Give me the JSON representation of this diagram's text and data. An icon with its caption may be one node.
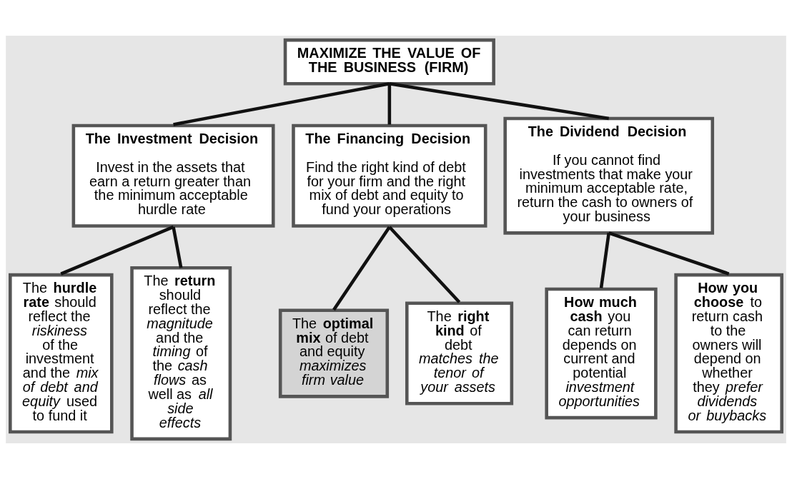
{
  "diagram": {
    "nodes": [
      {
        "text": [
          "MAXIMIZE THE VALUE OF THE BUSINESS (FIRM)"
        ]
      },
      {
        "text": [
          "The Investment Decision",
          "Invest in the assets that earn a return greater than the minimum acceptable hurdle rate"
        ]
      },
      {
        "text": [
          "The Financing Decision",
          "Find the right kind of debt for your firm and the right mix of debt and equity to fund your operations"
        ]
      },
      {
        "text": [
          "The Dividend Decision",
          "If you cannot find investments that make your minimum acceptable rate, return the cash to owners of your business"
        ]
      },
      {
        "text": [
          "The **hurdle rate** should reflect the *riskiness* of the investment and the *mix of debt and equity* used to fund it"
        ]
      },
      {
        "text": [
          "The **return** should reflect the *magnitude* and the *timing* of the *cash flows* as well as *all side effects*"
        ]
      },
      {
        "text": [
          "The **optimal mix** of debt and equity *maximizes firm value*"
        ]
      },
      {
        "text": [
          "The **right kind** of debt *matches the tenor of your assets*"
        ]
      },
      {
        "text": [
          "**How much cash** you can return depends on current and potential *investment opportunities*"
        ]
      },
      {
        "text": [
          "**How you choose** to return cash to the owners will depend on whether they *prefer dividends or buybacks*"
        ]
      }
    ],
    "edges": [
      {
        "from": 0,
        "to": 1,
        "arrow": "none"
      },
      {
        "from": 0,
        "to": 2,
        "arrow": "none"
      },
      {
        "from": 0,
        "to": 3,
        "arrow": "none"
      },
      {
        "from": 1,
        "to": 4,
        "arrow": "none"
      },
      {
        "from": 1,
        "to": 5,
        "arrow": "none"
      },
      {
        "from": 2,
        "to": 6,
        "arrow": "none"
      },
      {
        "from": 2,
        "to": 7,
        "arrow": "none"
      },
      {
        "from": 3,
        "to": 8,
        "arrow": "none"
      },
      {
        "from": 3,
        "to": 9,
        "arrow": "none"
      }
    ]
  }
}
